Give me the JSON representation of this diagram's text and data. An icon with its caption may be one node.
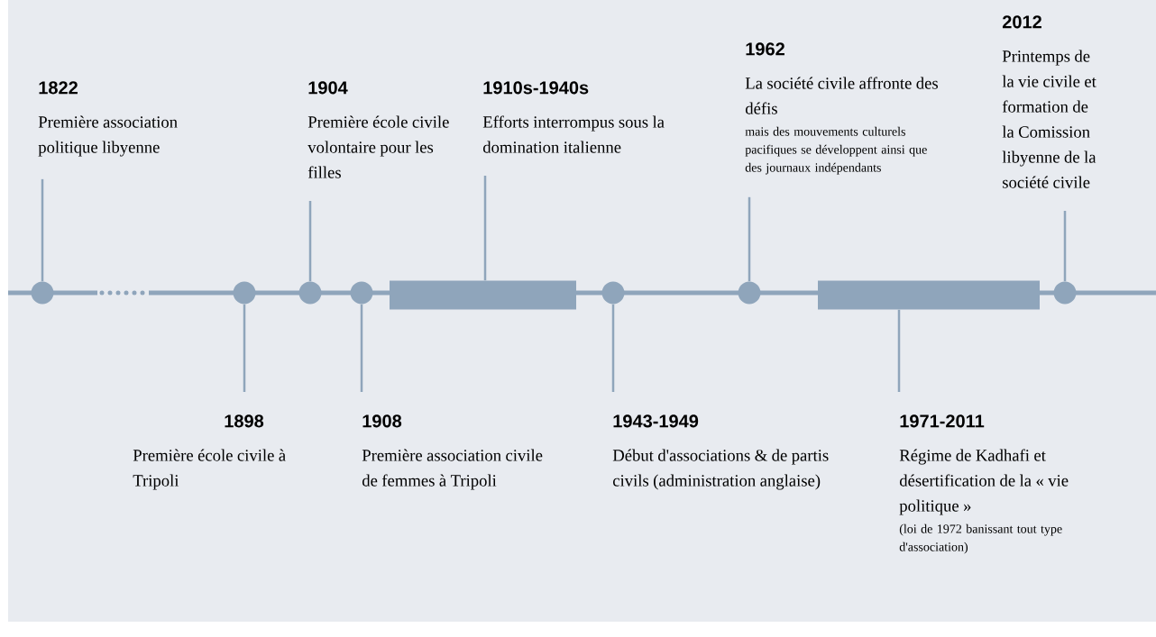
{
  "diagram": {
    "nodes": [
      {
        "text": [
          "1822",
          "Première association politique libyenne"
        ]
      },
      {
        "text": [],
        "shape": "circle"
      },
      {
        "text": [
          "1898",
          "Première école civile à Tripoli"
        ]
      },
      {
        "text": [],
        "shape": "circle"
      },
      {
        "text": [
          "1904",
          "Première école civile volontaire pour les filles"
        ]
      },
      {
        "text": [],
        "shape": "circle"
      },
      {
        "text": [
          "1908",
          "Première association civile de femmes à Tripoli"
        ]
      },
      {
        "text": [],
        "shape": "circle"
      },
      {
        "text": [
          "1910s-1940s",
          "Efforts interrompus sous la domination italienne"
        ]
      },
      {
        "text": [],
        "shape": "bar"
      },
      {
        "text": [
          "1943-1949",
          "Début d'associations & de partis civils (administration anglaise)"
        ]
      },
      {
        "text": [],
        "shape": "circle"
      },
      {
        "text": [
          "1962",
          "La société civile affronte des défis",
          "mais des mouvements culturels pacifiques se développent ainsi que des journaux indépendants"
        ]
      },
      {
        "text": [],
        "shape": "circle"
      },
      {
        "text": [
          "1971-2011",
          "Régime de Kadhafi et désertification de la « vie politique »",
          "(loi de 1972 banissant tout type d'association)"
        ]
      },
      {
        "text": [],
        "shape": "bar"
      },
      {
        "text": [
          "2012",
          "Printemps de la vie civile et formation de la Comission libyenne de la société civile"
        ]
      },
      {
        "text": [],
        "shape": "circle"
      }
    ],
    "edges": [
      {
        "from": 0,
        "to": 1,
        "arrow": "none"
      },
      {
        "from": 2,
        "to": 3,
        "arrow": "none"
      },
      {
        "from": 4,
        "to": 5,
        "arrow": "none"
      },
      {
        "from": 6,
        "to": 7,
        "arrow": "none"
      },
      {
        "from": 8,
        "to": 9,
        "arrow": "none"
      },
      {
        "from": 10,
        "to": 11,
        "arrow": "none"
      },
      {
        "from": 12,
        "to": 13,
        "arrow": "none"
      },
      {
        "from": 14,
        "to": 15,
        "arrow": "none"
      },
      {
        "from": 16,
        "to": 17,
        "arrow": "none"
      }
    ]
  }
}
